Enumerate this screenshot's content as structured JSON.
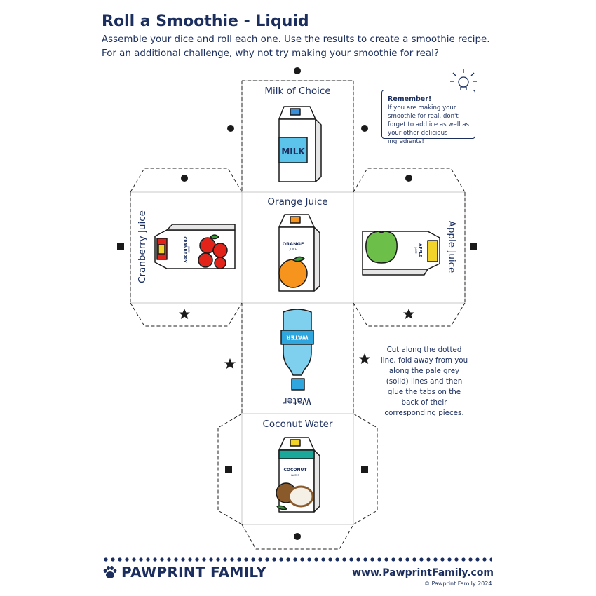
{
  "header": {
    "title": "Roll a Smoothie - Liquid",
    "subtitle_line1": "Assemble your dice and roll each one. Use the results to create a smoothie recipe.",
    "subtitle_line2": "For an additional challenge, why not try making your smoothie for real?"
  },
  "faces": {
    "milk": {
      "label": "Milk of Choice",
      "carton_text": "MILK"
    },
    "orange": {
      "label": "Orange Juice",
      "carton_text": "ORANGE",
      "carton_sub": "JUICE"
    },
    "cranberry": {
      "label": "Cranberry Juice",
      "carton_text": "CRANBERRY",
      "carton_sub": "JUICE"
    },
    "apple": {
      "label": "Apple Juice",
      "carton_text": "APPLE",
      "carton_sub": "JUICE"
    },
    "water": {
      "label": "Water",
      "bottle_text": "WATER"
    },
    "coconut": {
      "label": "Coconut Water",
      "carton_text": "COCONUT",
      "carton_sub": "WATER"
    }
  },
  "reminder": {
    "title": "Remember!",
    "body": "If you are making your smoothie for real, don't forget to add ice as well as your other delicious ingredients!"
  },
  "instructions": "Cut along the dotted line, fold away from you along the pale grey (solid) lines and then glue the tabs on the back of their corresponding pieces.",
  "footer": {
    "brand": "PAWPRINT FAMILY",
    "website": "www.PawprintFamily.com",
    "copyright": "© Pawprint Family 2024."
  },
  "colors": {
    "navy": "#1b2e5e",
    "milk_blue": "#5cc3ea",
    "orange": "#f7941d",
    "cranberry_red": "#e2231a",
    "apple_green": "#6cc04a",
    "coconut_teal": "#1aa89a",
    "water_blue": "#7fd0ef"
  },
  "icons": [
    "lightbulb-icon",
    "paw-icon",
    "circle-marker",
    "square-marker",
    "star-marker"
  ]
}
